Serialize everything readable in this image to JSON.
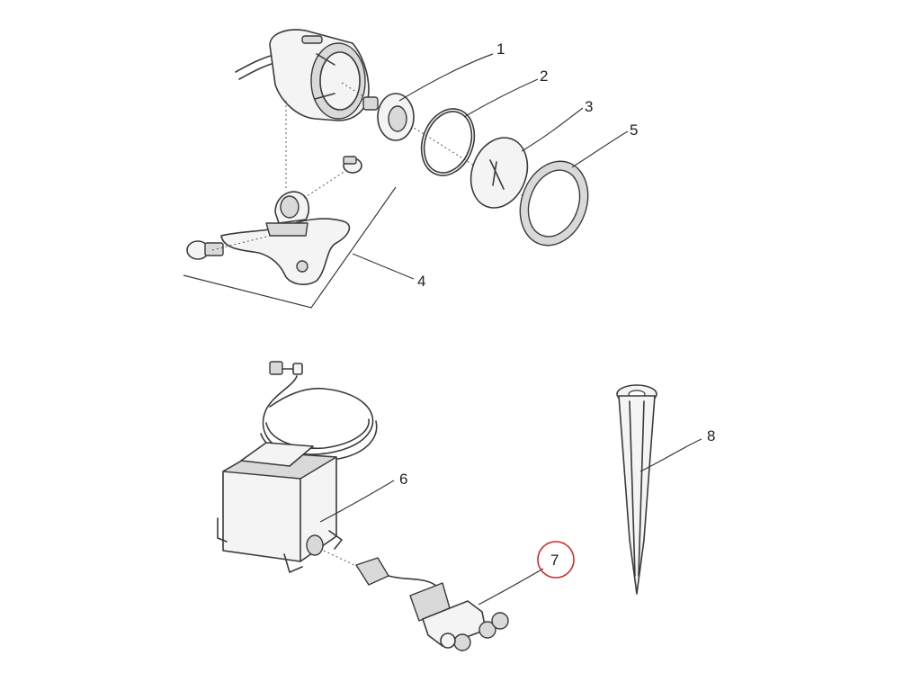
{
  "labels": [
    "1",
    "2",
    "3",
    "5",
    "4",
    "6",
    "7",
    "8"
  ],
  "highlight_color": "#cc2b2b"
}
